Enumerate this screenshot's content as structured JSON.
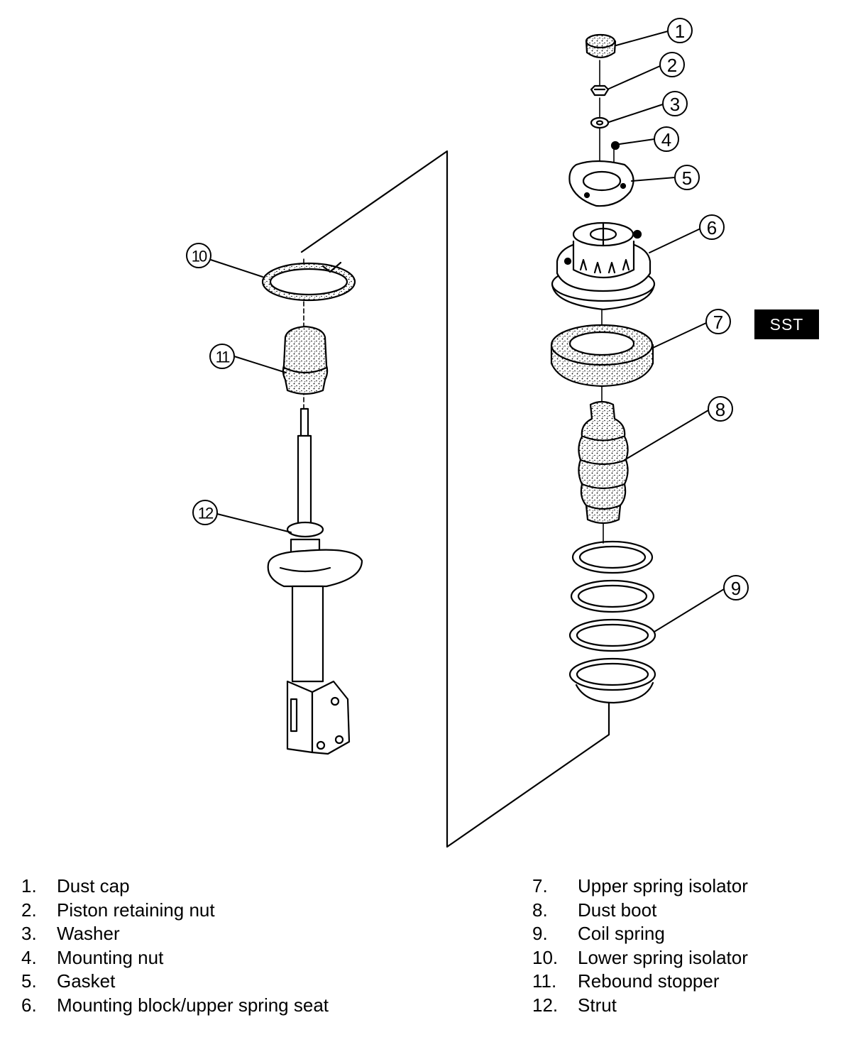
{
  "badge": {
    "label": "SST"
  },
  "callouts": {
    "c1": "1",
    "c2": "2",
    "c3": "3",
    "c4": "4",
    "c5": "5",
    "c6": "6",
    "c7": "7",
    "c8": "8",
    "c9": "9",
    "c10": "10",
    "c11": "11",
    "c12": "12"
  },
  "legend": {
    "left": [
      {
        "num": "1.",
        "label": "Dust cap"
      },
      {
        "num": "2.",
        "label": "Piston retaining nut"
      },
      {
        "num": "3.",
        "label": "Washer"
      },
      {
        "num": "4.",
        "label": "Mounting nut"
      },
      {
        "num": "5.",
        "label": "Gasket"
      },
      {
        "num": "6.",
        "label": "Mounting block/upper spring seat"
      }
    ],
    "right": [
      {
        "num": "7.",
        "label": "Upper spring isolator"
      },
      {
        "num": "8.",
        "label": "Dust boot"
      },
      {
        "num": "9.",
        "label": "Coil spring"
      },
      {
        "num": "10.",
        "label": "Lower spring isolator"
      },
      {
        "num": "11.",
        "label": "Rebound stopper"
      },
      {
        "num": "12.",
        "label": "Strut"
      }
    ]
  },
  "colors": {
    "ink": "#000000",
    "paper": "#ffffff"
  }
}
